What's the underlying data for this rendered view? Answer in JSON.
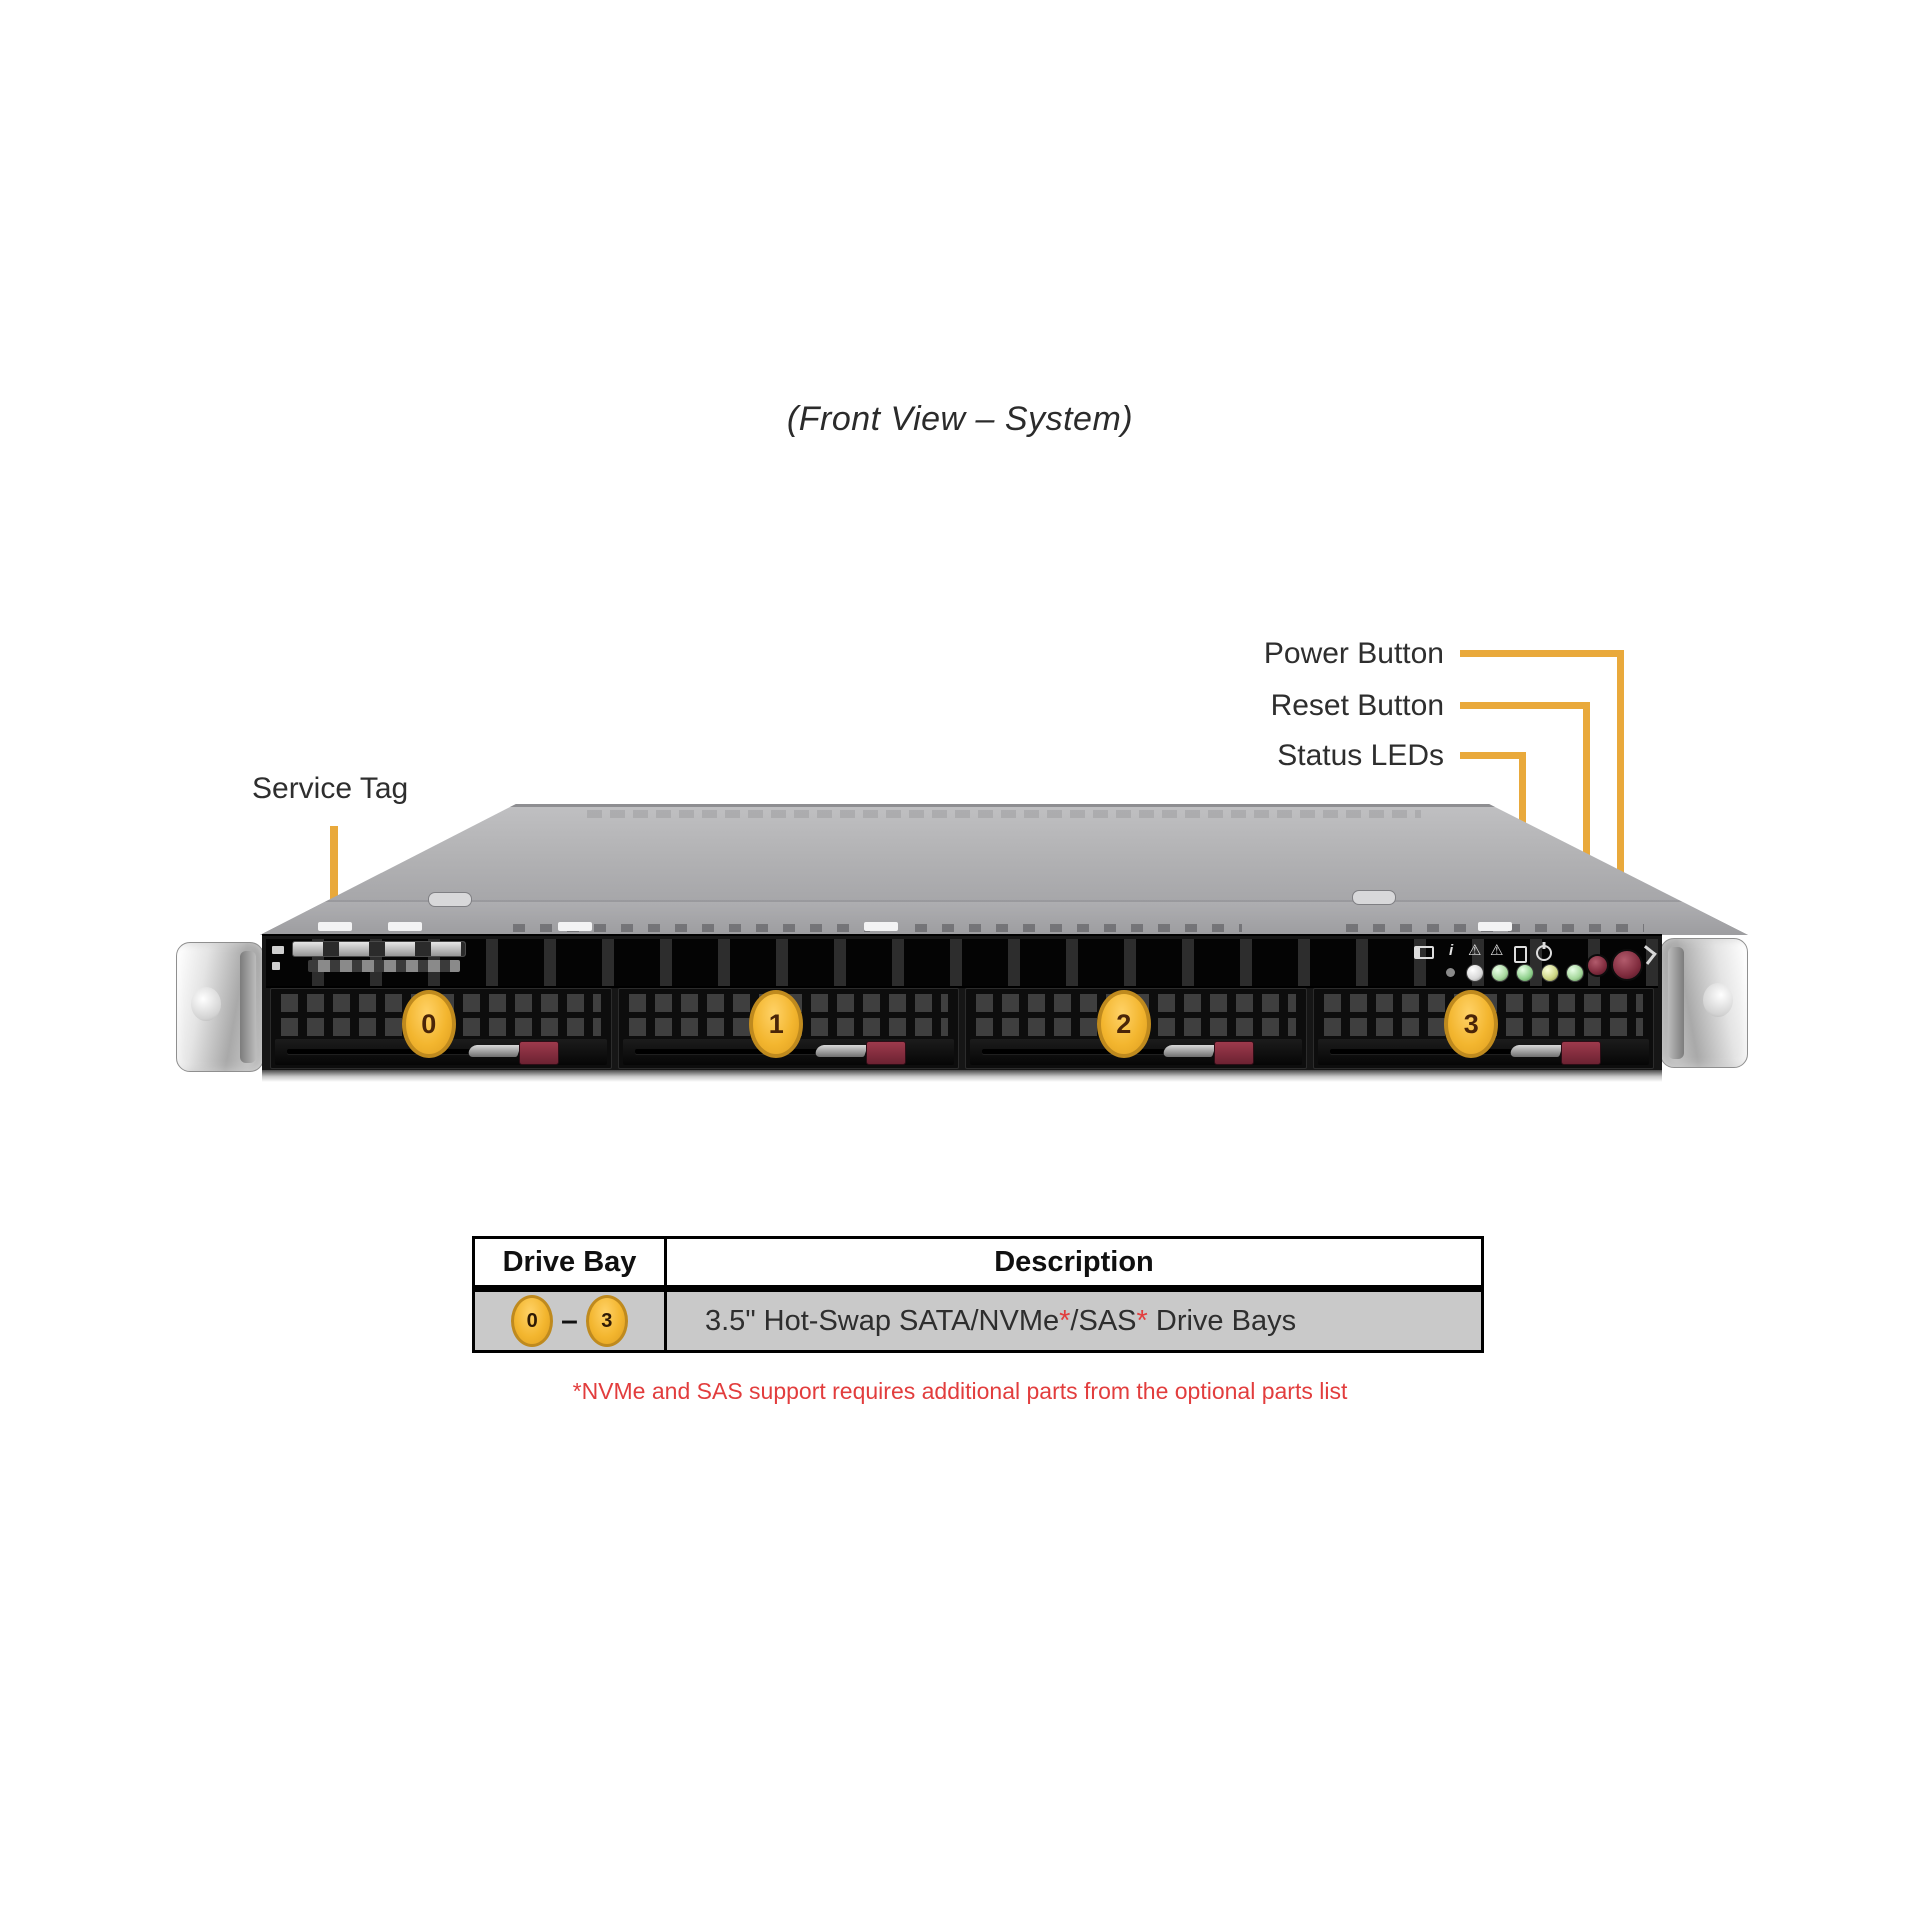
{
  "title": "(Front View – System)",
  "callouts": {
    "service_tag": {
      "label": "Service Tag"
    },
    "power_button": {
      "label": "Power Button"
    },
    "reset_button": {
      "label": "Reset Button"
    },
    "status_leds": {
      "label": "Status LEDs"
    }
  },
  "server": {
    "drive_bays": [
      {
        "label": "0"
      },
      {
        "label": "1"
      },
      {
        "label": "2"
      },
      {
        "label": "3"
      }
    ],
    "control_panel": {
      "icons": [
        {
          "name": "unit-id-icon",
          "glyph": ""
        },
        {
          "name": "info-icon",
          "glyph": "i"
        },
        {
          "name": "overheat-warning-icon",
          "glyph": "⚠"
        },
        {
          "name": "power-warning-icon",
          "glyph": "⚠"
        },
        {
          "name": "hdd-activity-icon",
          "glyph": ""
        },
        {
          "name": "power-state-icon",
          "glyph": ""
        }
      ],
      "status_led_colors": [
        "#D8D8D8",
        "#A8D79E",
        "#8FD08C",
        "#CCD584",
        "#A4D79A"
      ],
      "buttons": [
        "reset",
        "power"
      ]
    }
  },
  "table": {
    "headers": [
      "Drive Bay",
      "Description"
    ],
    "row": {
      "bay_from": "0",
      "bay_to": "3",
      "range_dash": "–",
      "description": {
        "part1": "3.5\" Hot-Swap SATA/NVMe",
        "star1": "*",
        "part2": "/SAS",
        "star2": "*",
        "part3": " Drive Bays"
      }
    }
  },
  "footnote": "*NVMe and SAS support requires additional parts from the optional parts list",
  "colors": {
    "leader_line": "#E9A93B",
    "bay_badge_fill": "#F3B62F",
    "bay_badge_border": "#BF8A1E",
    "table_row_bg": "#C9C9C9",
    "footnote_red": "#E23D3D",
    "button_maroon": "#7E2A3C"
  }
}
